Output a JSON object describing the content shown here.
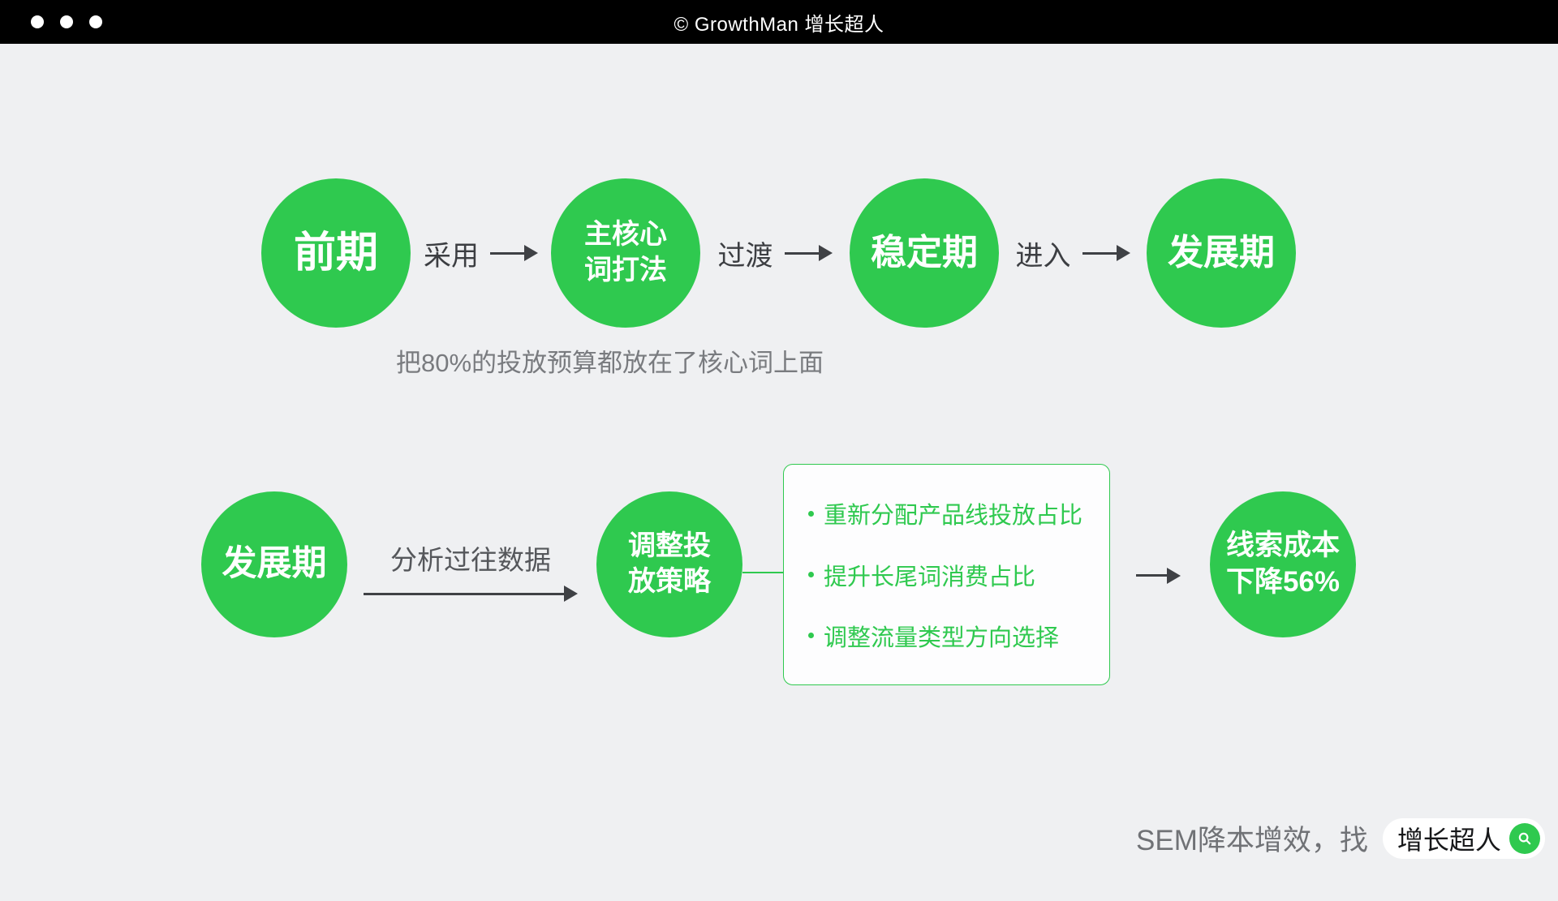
{
  "titlebar": {
    "title": "© GrowthMan 增长超人"
  },
  "flow1": {
    "steps": [
      {
        "label": "前期"
      },
      {
        "label": "主核心\n词打法"
      },
      {
        "label": "稳定期"
      },
      {
        "label": "发展期"
      }
    ],
    "connectors": [
      {
        "label": "采用"
      },
      {
        "label": "过渡"
      },
      {
        "label": "进入"
      }
    ],
    "caption": "把80%的投放预算都放在了核心词上面"
  },
  "flow2": {
    "start": {
      "label": "发展期"
    },
    "arrow_label": "分析过往数据",
    "action": {
      "label": "调整投\n放策略"
    },
    "strategies": [
      {
        "label": "重新分配产品线投放占比"
      },
      {
        "label": "提升长尾词消费占比"
      },
      {
        "label": "调整流量类型方向选择"
      }
    ],
    "result": {
      "label": "线索成本\n下降56%"
    }
  },
  "footer": {
    "tagline": "SEM降本增效，找",
    "brand": "增长超人",
    "icon": "magnifier-icon"
  },
  "colors": {
    "green": "#2FC94F",
    "bg": "#EFF0F2",
    "titlebar": "#000000",
    "arrow": "#3F4145"
  }
}
